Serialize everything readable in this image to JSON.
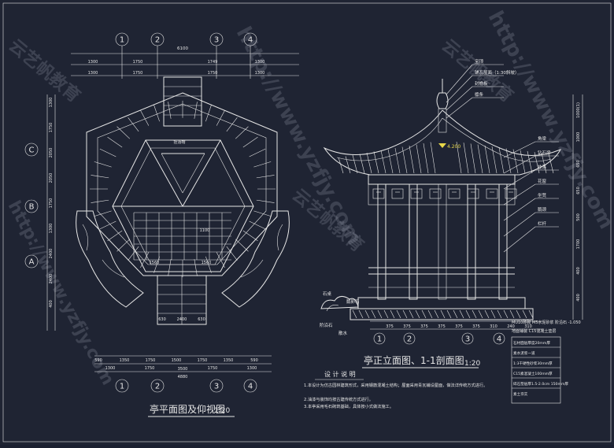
{
  "plan": {
    "title": "亭平面图及仰视图",
    "scale": "1:20",
    "axis_cols": [
      "1",
      "2",
      "3",
      "4"
    ],
    "axis_rows": [
      "C",
      "B",
      "A"
    ],
    "top_dims_row1": [
      "1300",
      "1750",
      "1749",
      "1300"
    ],
    "top_dims_row2": [
      "1300",
      "1750",
      "1750",
      "1300"
    ],
    "top_total": "6100",
    "bottom_dims_row1": [
      "590",
      "1350",
      "1750",
      "1500",
      "1750",
      "1350",
      "590"
    ],
    "bottom_dims_row2": [
      "1300",
      "1750",
      "1750",
      "1300"
    ],
    "bottom_total_a": "3500",
    "bottom_total_b": "4880",
    "left_dims": [
      "1300",
      "1750",
      "2050",
      "2050",
      "1750",
      "1300",
      "2400",
      "2400",
      "400"
    ],
    "inner_labels": [
      "挂落帽",
      "1100",
      "1560",
      "1560",
      "630",
      "2400",
      "630"
    ]
  },
  "elevation": {
    "title": "亭正立面图、1-1剖面图",
    "scale": "1:20",
    "axis_labels": [
      "1",
      "2",
      "3",
      "4"
    ],
    "bottom_dims": [
      "375",
      "375",
      "375",
      "375",
      "375",
      "375",
      "310",
      "240",
      "310"
    ],
    "elev_mark": "4.200",
    "callouts": [
      "宝顶",
      "铺瓦屋面（1:30斜坡）",
      "封檐板",
      "檩条",
      "角梁",
      "钻石梁",
      "挂落",
      "花窗",
      "坐凳",
      "鹅颈",
      "栏杆",
      "石桌",
      "阶沿石",
      "散水",
      "鹅卵石"
    ],
    "right_dims": [
      "1000(1)",
      "1000",
      "650",
      "650",
      "500",
      "1700",
      "400",
      "400"
    ]
  },
  "material_table": {
    "rows": [
      "石材面层厚度20mm厚",
      "素水泥浆一道",
      "1:3干硬性砂浆30mm厚",
      "C15素混凝土100mm厚",
      "碎石垫层厚1.5-2.0cm 150mm厚",
      "素土夯实"
    ],
    "note_top": "MU10砖砌 M5水泥砂浆 阶沿石 -1.050",
    "note_mid": "地面铺装 C15混凝土垫层"
  },
  "design_notes": {
    "heading": "设 计 说 明",
    "items": [
      "1.本设计为仿古园林建筑形式，采用钢筋混凝土结构；屋面采用青瓦铺设屋面，做法详传统方式进行。",
      "2.油漆与装饰均按古建传统方式进行。",
      "3.本亭采用毛石砌筑基础，具体按小式做法施工。"
    ]
  },
  "watermarks": [
    "http://www.yzfjy.com",
    "云艺帆教育"
  ],
  "colors": {
    "background": "#1f2433",
    "lines": "#e6e6e6",
    "accent": "#e8d84a",
    "watermark": "#c8cddc"
  }
}
